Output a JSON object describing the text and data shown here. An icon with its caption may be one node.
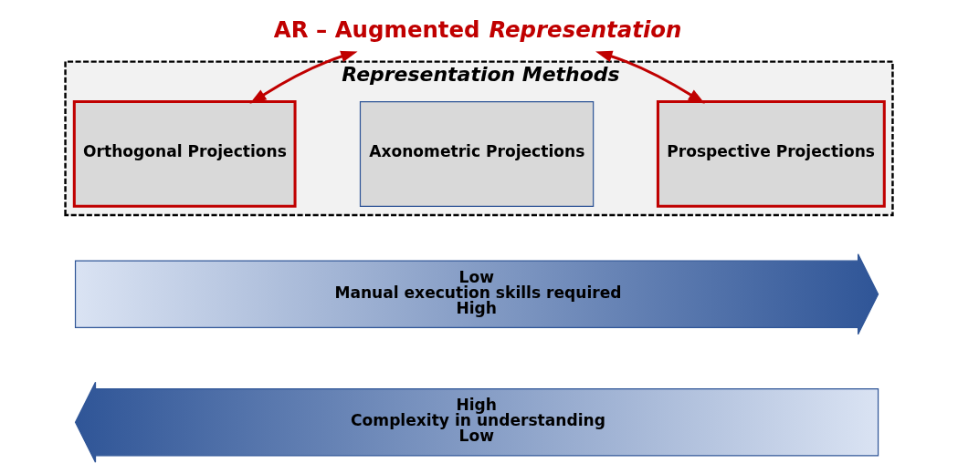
{
  "diagram": {
    "nodes": [
      {
        "text": [
          "AR – Augmented *Representation*"
        ]
      },
      {
        "text": [
          "Representation Methods"
        ]
      },
      {
        "text": [
          "Orthogonal Projections"
        ],
        "in": 1
      },
      {
        "text": [
          "Axonometric Projections"
        ],
        "in": 1
      },
      {
        "text": [
          "Prospective Projections"
        ],
        "in": 1
      },
      {
        "text": [
          "Low",
          "Manual execution skills required",
          "High"
        ]
      },
      {
        "text": [
          "High",
          "Complexity in understanding",
          "Low"
        ]
      }
    ],
    "edges": [
      {
        "from": 0,
        "to": 2,
        "arrow": "both"
      },
      {
        "from": 0,
        "to": 4,
        "arrow": "both"
      }
    ]
  }
}
